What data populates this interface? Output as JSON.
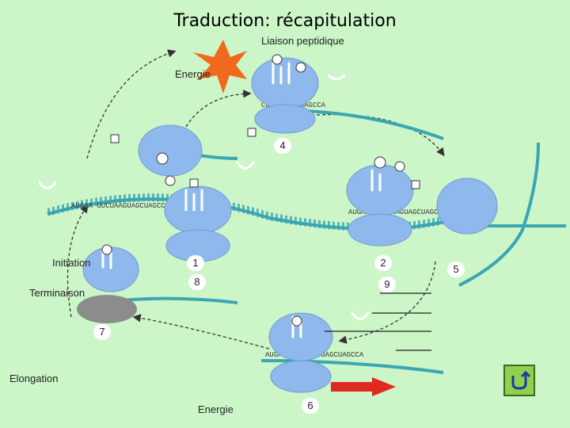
{
  "title": "Traduction: récapitulation",
  "labels": {
    "peptide_bond": "Liaison peptidique",
    "energy_top": "Energie",
    "initiation": "Initiation",
    "termination": "Terminaison",
    "elongation": "Elongation",
    "energy_bottom": "Energie"
  },
  "steps": [
    "1",
    "2",
    "4",
    "5",
    "6",
    "7",
    "8",
    "9"
  ],
  "sequences": {
    "s1": "AUGAA UUCUAAGUAGCUAGCCA",
    "s2": "AUGAA UUCUAAGUAGCUAGCCA",
    "s3": "AUGAAAUUCUAAGUAGCUAGCCA",
    "s4": "CUAAGUAGCUAGCCA"
  },
  "colors": {
    "ribosome": "#8fb9ec",
    "mrna": "#3aa6b3",
    "star": "#ef6a1a",
    "arrow_red": "#e02a1f",
    "nav_button": "#8fd14f"
  },
  "icons": {
    "nav": "return-arrow-icon"
  }
}
